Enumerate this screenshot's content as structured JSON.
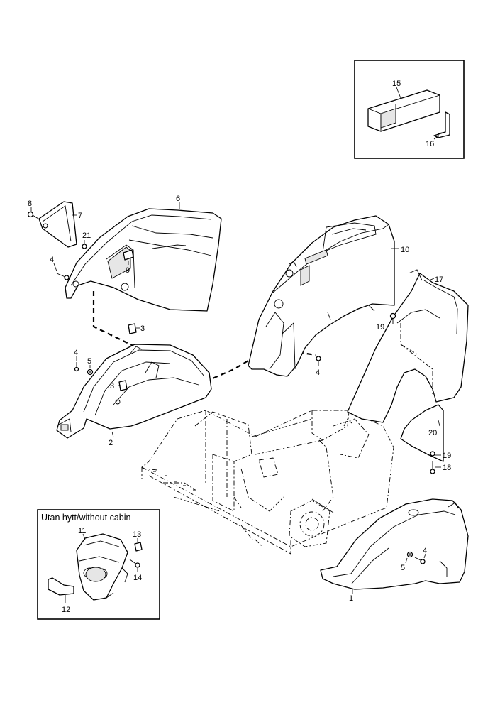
{
  "inset_title": "Utan hytt/without cabin",
  "callouts": {
    "c1": "1",
    "c2": "2",
    "c3a": "3",
    "c3b": "3",
    "c4a": "4",
    "c4b": "4",
    "c4c": "4",
    "c4d": "4",
    "c5a": "5",
    "c5b": "5",
    "c6": "6",
    "c7": "7",
    "c8": "8",
    "c9": "9",
    "c10": "10",
    "c11": "11",
    "c12": "12",
    "c13": "13",
    "c14": "14",
    "c15": "15",
    "c16": "16",
    "c17": "17",
    "c18": "18",
    "c19a": "19",
    "c19b": "19",
    "c20": "20",
    "c21": "21"
  }
}
